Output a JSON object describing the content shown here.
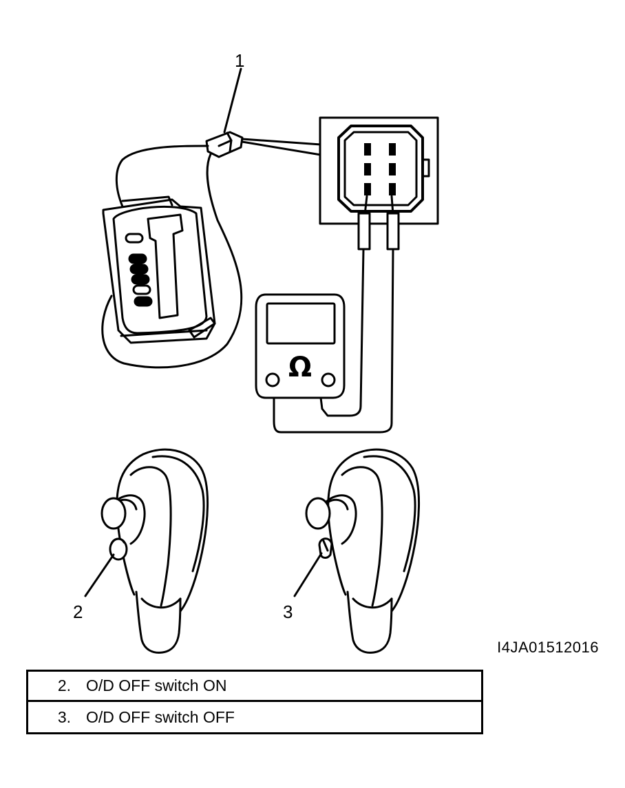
{
  "callouts": {
    "c1": "1",
    "c2": "2",
    "c3": "3"
  },
  "meter_symbol": "Ω",
  "figure_code": "I4JA01512016",
  "legend": [
    {
      "num": "2.",
      "text": "O/D OFF switch ON"
    },
    {
      "num": "3.",
      "text": "O/D OFF switch OFF"
    }
  ]
}
